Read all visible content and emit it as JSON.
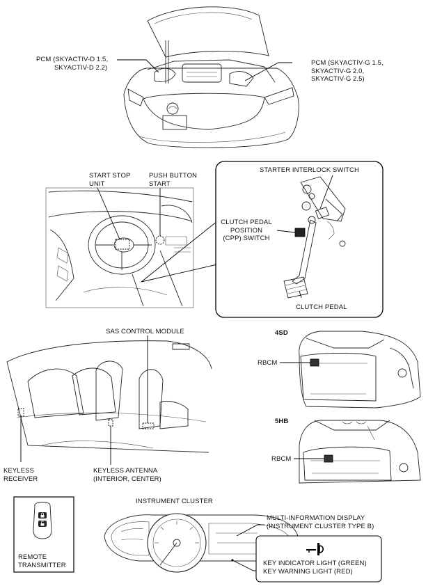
{
  "labels": {
    "pcm_d": [
      "PCM (SKYACTIV-D 1.5,",
      "SKYACTIV-D 2.2)"
    ],
    "pcm_g": [
      "PCM (SKYACTIV-G 1.5,",
      "SKYACTIV-G 2.0,",
      "SKYACTIV-G 2.5)"
    ],
    "start_stop": [
      "START STOP",
      "UNIT"
    ],
    "push_button": [
      "PUSH BUTTON",
      "START"
    ],
    "starter_interlock": "STARTER INTERLOCK SWITCH",
    "cpp_switch": [
      "CLUTCH PEDAL",
      "POSITION",
      "(CPP) SWITCH"
    ],
    "clutch_pedal": "CLUTCH PEDAL",
    "sas_module": "SAS CONTROL MODULE",
    "body_4sd": "4SD",
    "body_5hb": "5HB",
    "rbcm_4sd": "RBCM",
    "rbcm_5hb": "RBCM",
    "keyless_receiver": [
      "KEYLESS",
      "RECEIVER"
    ],
    "keyless_antenna": [
      "KEYLESS ANTENNA",
      "(INTERIOR, CENTER)"
    ],
    "instrument_cluster": "INSTRUMENT CLUSTER",
    "remote_transmitter": [
      "REMOTE",
      "TRANSMITTER"
    ],
    "multi_info": [
      "MULTI-INFORMATION DISPLAY",
      "(INSTRUMENT CLUSTER TYPE B)"
    ],
    "key_lights": [
      "KEY INDICATOR LIGHT (GREEN)",
      "KEY WARNING LIGHT (RED)"
    ]
  },
  "icons": {
    "key_indicator": "key-icon",
    "lock": "lock-icon",
    "unlock": "unlock-icon"
  }
}
